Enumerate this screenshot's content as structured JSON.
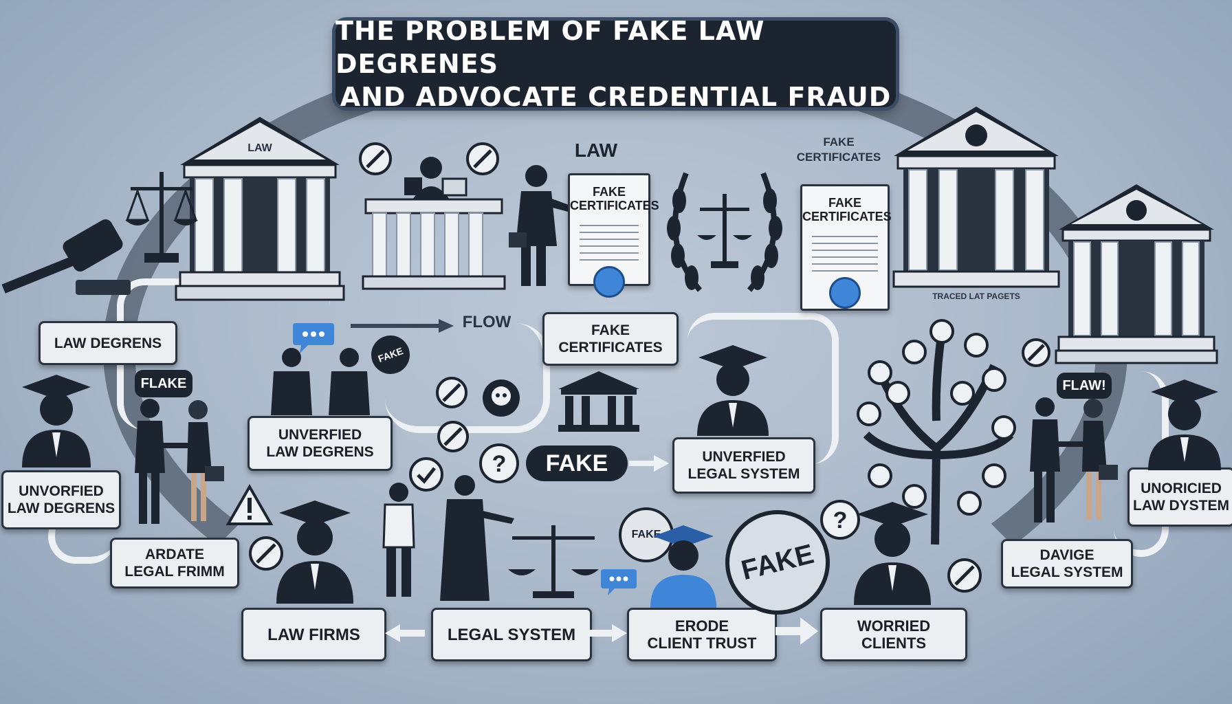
{
  "title": {
    "line1": "THE PROBLEM OF FAKE LAW DEGRENES",
    "line2": "AND ADVOCATE CREDENTIAL FRAUD"
  },
  "building_labels": {
    "law_building": "LAW",
    "law_sign": "LAW",
    "right_building_plaque": "TRACED LAT PAGETS"
  },
  "certificates": {
    "header_label": "FAKE CERTIFICATES",
    "cert_left": "FAKE CERTIFICATES",
    "cert_right": "FAKE CERTIFICATES"
  },
  "boxes": {
    "law_degrens": "LAW DEGRENS",
    "fake_certificates": "FAKE CERTIFICATES",
    "unverified_law_degrens_center": [
      "UNVERFIED",
      "LAW DEGRENS"
    ],
    "unverified_law_degrens_left": [
      "UNVORFIED",
      "LAW DEGRENS"
    ],
    "ardate_legal_frimm": [
      "ARDATE",
      "LEGAL FRIMM"
    ],
    "unverified_legal_system": [
      "UNVERFIED",
      "LEGAL SYSTEM"
    ],
    "unoricied_law_dystem": [
      "UNORICIED",
      "LAW DYSTEM"
    ],
    "davige_legal_system": [
      "DAVIGE",
      "LEGAL SYSTEM"
    ],
    "law_firms": "LAW FIRMS",
    "legal_system": "LEGAL SYSTEM",
    "erode_client_trust": [
      "ERODE",
      "CLIENT TRUST"
    ],
    "worried_clients": [
      "WORRIED",
      "CLIENTS"
    ]
  },
  "tags": {
    "flow": "FLOW",
    "flake": "FLAKE",
    "flaw": "FLAW!",
    "fake_pill": "FAKE",
    "stamp": "FAKE",
    "badge_small": "FAKE",
    "badge_dark": "FAKE"
  },
  "colors": {
    "background": "#a9b8c9",
    "title_bg": "#1c2430",
    "box_bg": "#eceff2",
    "accent_blue": "#3f86d8"
  },
  "icons": [
    "gavel-icon",
    "scales-icon",
    "cross-circle-icon",
    "question-icon",
    "warning-icon",
    "check-icon",
    "skull-icon",
    "speech-bubble-icon",
    "graduate-icon",
    "laurel-icon",
    "tree-icon",
    "courthouse-icon"
  ]
}
